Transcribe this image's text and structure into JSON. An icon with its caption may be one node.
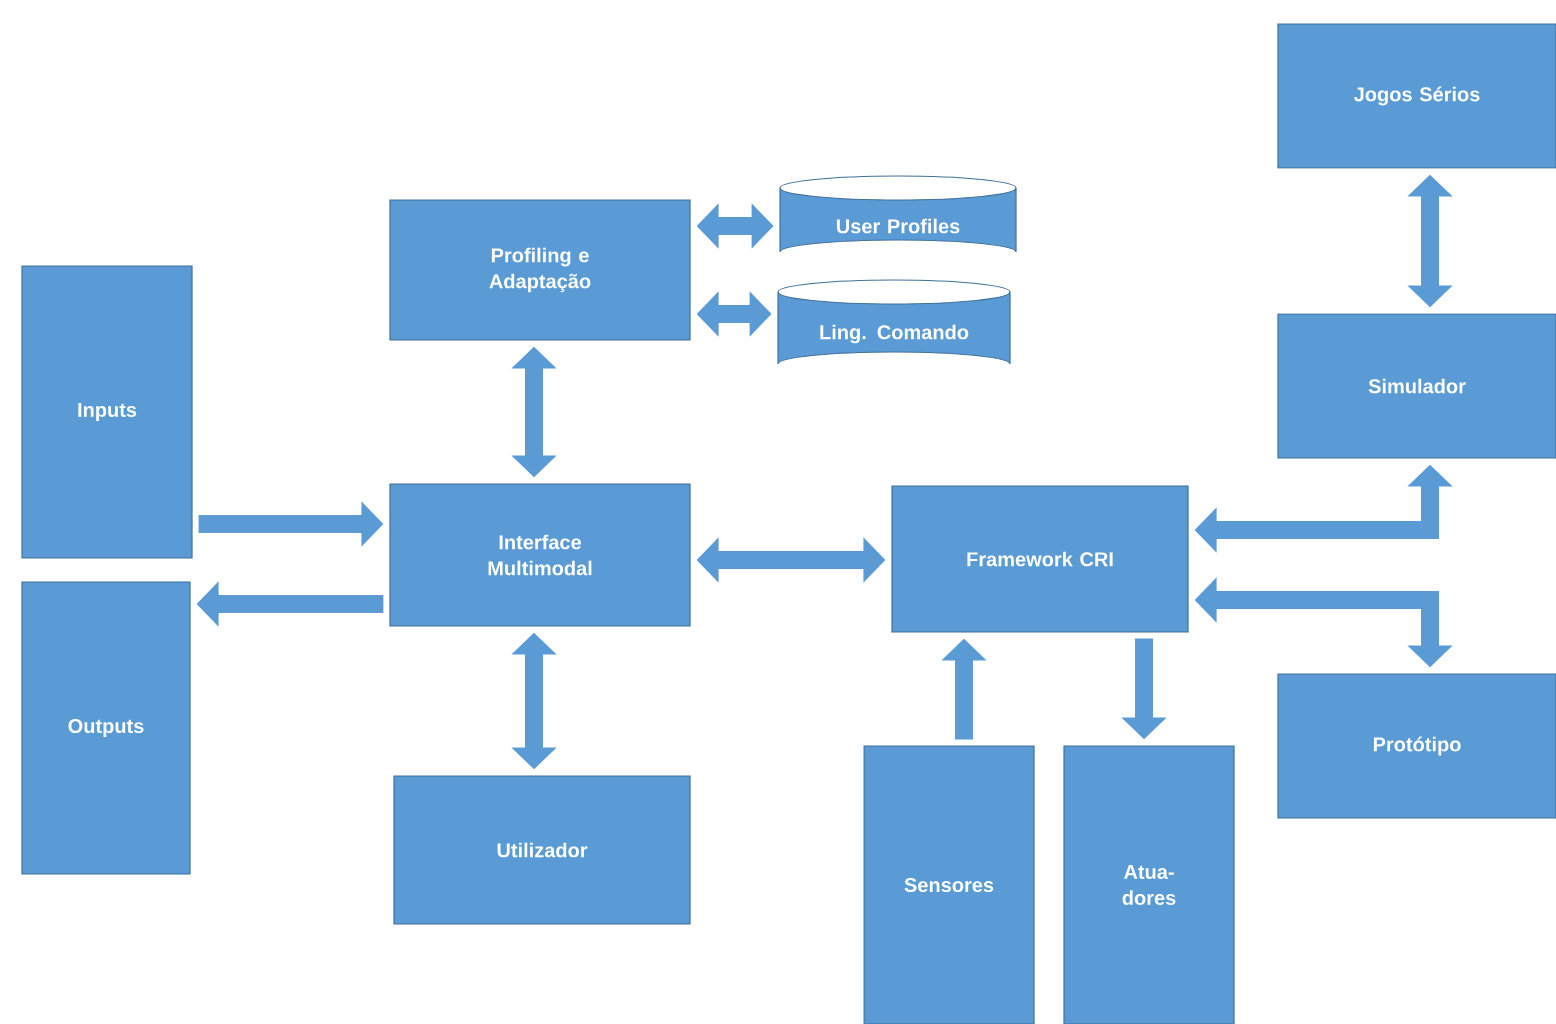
{
  "diagram": {
    "nodes": [
      {
        "text": [
          "Inputs"
        ]
      },
      {
        "text": [
          "Outputs"
        ]
      },
      {
        "text": [
          "Profiling e Adaptação"
        ]
      },
      {
        "text": [
          "User Profiles"
        ]
      },
      {
        "text": [
          "Ling. Comando"
        ]
      },
      {
        "text": [
          "Interface Multimodal"
        ]
      },
      {
        "text": [
          "Utilizador"
        ]
      },
      {
        "text": [
          "Framework CRI"
        ]
      },
      {
        "text": [
          "Jogos Sérios"
        ]
      },
      {
        "text": [
          "Simulador"
        ]
      },
      {
        "text": [
          "Protótipo"
        ]
      },
      {
        "text": [
          "Sensores"
        ]
      },
      {
        "text": [
          "Atua- dores"
        ]
      }
    ],
    "edges": [
      {
        "from": 0,
        "to": 5,
        "arrow": "to"
      },
      {
        "from": 5,
        "to": 1,
        "arrow": "to"
      },
      {
        "from": 2,
        "to": 3,
        "arrow": "both"
      },
      {
        "from": 2,
        "to": 4,
        "arrow": "both"
      },
      {
        "from": 2,
        "to": 5,
        "arrow": "both"
      },
      {
        "from": 5,
        "to": 7,
        "arrow": "both"
      },
      {
        "from": 5,
        "to": 6,
        "arrow": "both"
      },
      {
        "from": 8,
        "to": 9,
        "arrow": "both"
      },
      {
        "from": 7,
        "to": 9,
        "arrow": "both"
      },
      {
        "from": 7,
        "to": 10,
        "arrow": "both"
      },
      {
        "from": 11,
        "to": 7,
        "arrow": "to"
      },
      {
        "from": 7,
        "to": 12,
        "arrow": "to"
      }
    ]
  }
}
